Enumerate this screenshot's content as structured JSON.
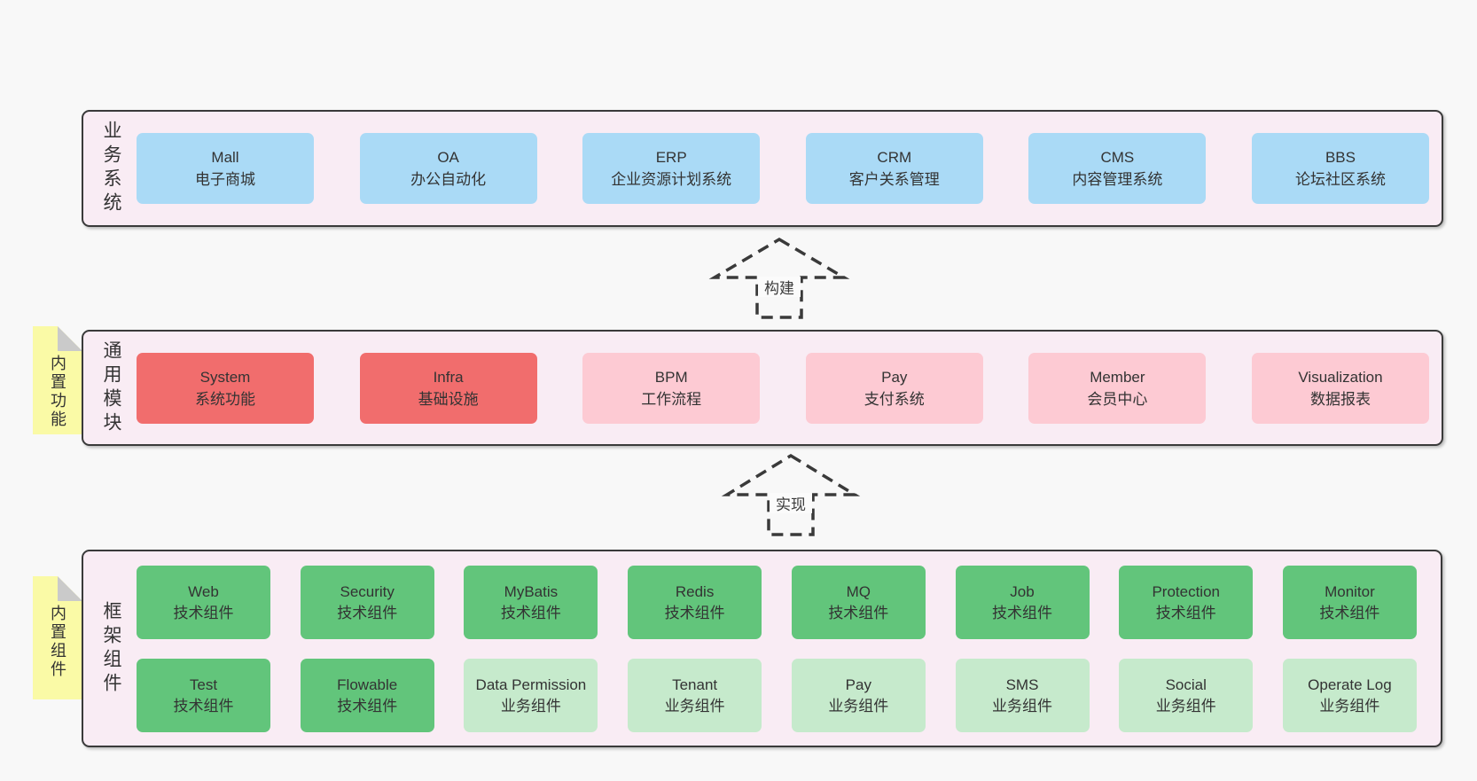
{
  "palette": {
    "page_bg": "#f8f8f8",
    "panel_bg": "#f9ecf4",
    "panel_border": "#3a3a3a",
    "blue_box": "#aadaf6",
    "red_box": "#f16d6d",
    "pink_box": "#fdcad3",
    "green_box": "#62c57b",
    "light_green_box": "#c6eacc",
    "sticky_bg": "#fafaa6",
    "sticky_fold": "#cacaca",
    "text": "#333333"
  },
  "sections": [
    {
      "label": "业务系统",
      "rows": [
        [
          {
            "en": "Mall",
            "zh": "电子商城",
            "variant": "blue"
          },
          {
            "en": "OA",
            "zh": "办公自动化",
            "variant": "blue"
          },
          {
            "en": "ERP",
            "zh": "企业资源计划系统",
            "variant": "blue"
          },
          {
            "en": "CRM",
            "zh": "客户关系管理",
            "variant": "blue"
          },
          {
            "en": "CMS",
            "zh": "内容管理系统",
            "variant": "blue"
          },
          {
            "en": "BBS",
            "zh": "论坛社区系统",
            "variant": "blue"
          }
        ]
      ]
    },
    {
      "label": "通用模块",
      "sticky": "内置功能",
      "rows": [
        [
          {
            "en": "System",
            "zh": "系统功能",
            "variant": "red"
          },
          {
            "en": "Infra",
            "zh": "基础设施",
            "variant": "red"
          },
          {
            "en": "BPM",
            "zh": "工作流程",
            "variant": "pink"
          },
          {
            "en": "Pay",
            "zh": "支付系统",
            "variant": "pink"
          },
          {
            "en": "Member",
            "zh": "会员中心",
            "variant": "pink"
          },
          {
            "en": "Visualization",
            "zh": "数据报表",
            "variant": "pink"
          }
        ]
      ]
    },
    {
      "label": "框架组件",
      "sticky": "内置组件",
      "rows": [
        [
          {
            "en": "Web",
            "zh": "技术组件",
            "variant": "green"
          },
          {
            "en": "Security",
            "zh": "技术组件",
            "variant": "green"
          },
          {
            "en": "MyBatis",
            "zh": "技术组件",
            "variant": "green"
          },
          {
            "en": "Redis",
            "zh": "技术组件",
            "variant": "green"
          },
          {
            "en": "MQ",
            "zh": "技术组件",
            "variant": "green"
          },
          {
            "en": "Job",
            "zh": "技术组件",
            "variant": "green"
          },
          {
            "en": "Protection",
            "zh": "技术组件",
            "variant": "green"
          },
          {
            "en": "Monitor",
            "zh": "技术组件",
            "variant": "green"
          }
        ],
        [
          {
            "en": "Test",
            "zh": "技术组件",
            "variant": "green"
          },
          {
            "en": "Flowable",
            "zh": "技术组件",
            "variant": "green"
          },
          {
            "en": "Data Permission",
            "zh": "业务组件",
            "variant": "lgreen"
          },
          {
            "en": "Tenant",
            "zh": "业务组件",
            "variant": "lgreen"
          },
          {
            "en": "Pay",
            "zh": "业务组件",
            "variant": "lgreen"
          },
          {
            "en": "SMS",
            "zh": "业务组件",
            "variant": "lgreen"
          },
          {
            "en": "Social",
            "zh": "业务组件",
            "variant": "lgreen"
          },
          {
            "en": "Operate Log",
            "zh": "业务组件",
            "variant": "lgreen"
          }
        ]
      ]
    }
  ],
  "arrows": [
    {
      "label": "构建"
    },
    {
      "label": "实现"
    }
  ]
}
